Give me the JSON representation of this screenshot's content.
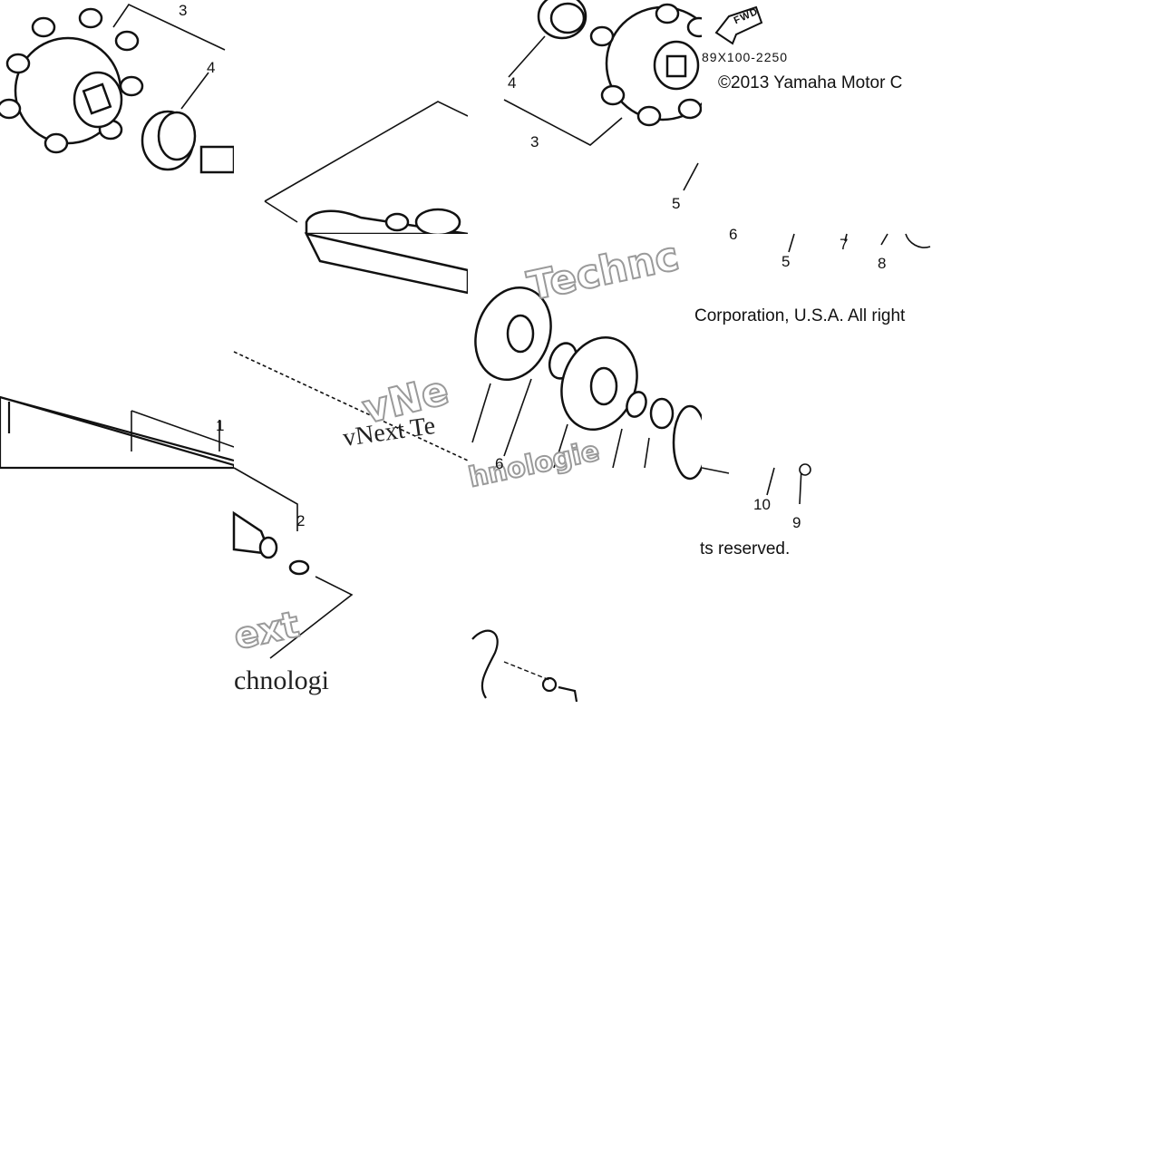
{
  "diagram": {
    "callouts": {
      "c1": "1",
      "c2": "2",
      "c3a": "3",
      "c3b": "3",
      "c4a": "4",
      "c4b": "4",
      "c5a": "5",
      "c5b": "5",
      "c6a": "6",
      "c6b": "6",
      "c7": "7",
      "c8": "8",
      "c9": "9",
      "c10": "10"
    },
    "fwd_label": "FWD",
    "drawing_code": "89X100-2250",
    "copyright_parts": {
      "line1": "©2013 Yamaha Motor C",
      "line2": "Corporation, U.S.A. All right",
      "line3": "ts reserved."
    },
    "watermarks": {
      "w1": "Technc",
      "w2": "vNe",
      "w3": "vNext Te",
      "w4": "hnologie",
      "w5": "ext",
      "w6": "chnologi"
    }
  }
}
